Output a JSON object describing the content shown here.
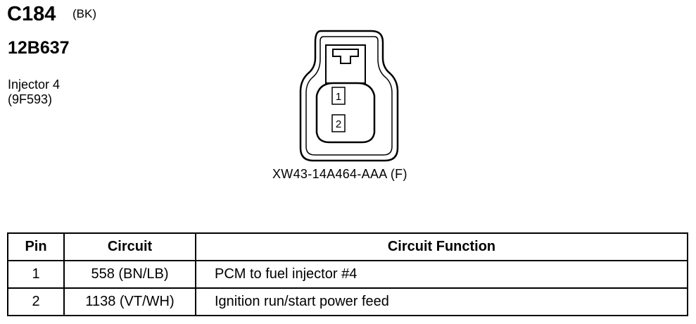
{
  "header": {
    "connector_id": "C184",
    "connector_color": "(BK)",
    "part_number": "12B637",
    "component_name": "Injector 4",
    "component_code": "(9F593)"
  },
  "connector": {
    "pin_labels": [
      "1",
      "2"
    ],
    "part_number": "XW43-14A464-AAA (F)"
  },
  "pin_table": {
    "headers": [
      "Pin",
      "Circuit",
      "Circuit Function"
    ],
    "rows": [
      {
        "pin": "1",
        "circuit": "558 (BN/LB)",
        "function": "PCM to fuel injector #4"
      },
      {
        "pin": "2",
        "circuit": "1138 (VT/WH)",
        "function": "Ignition run/start power feed"
      }
    ]
  }
}
